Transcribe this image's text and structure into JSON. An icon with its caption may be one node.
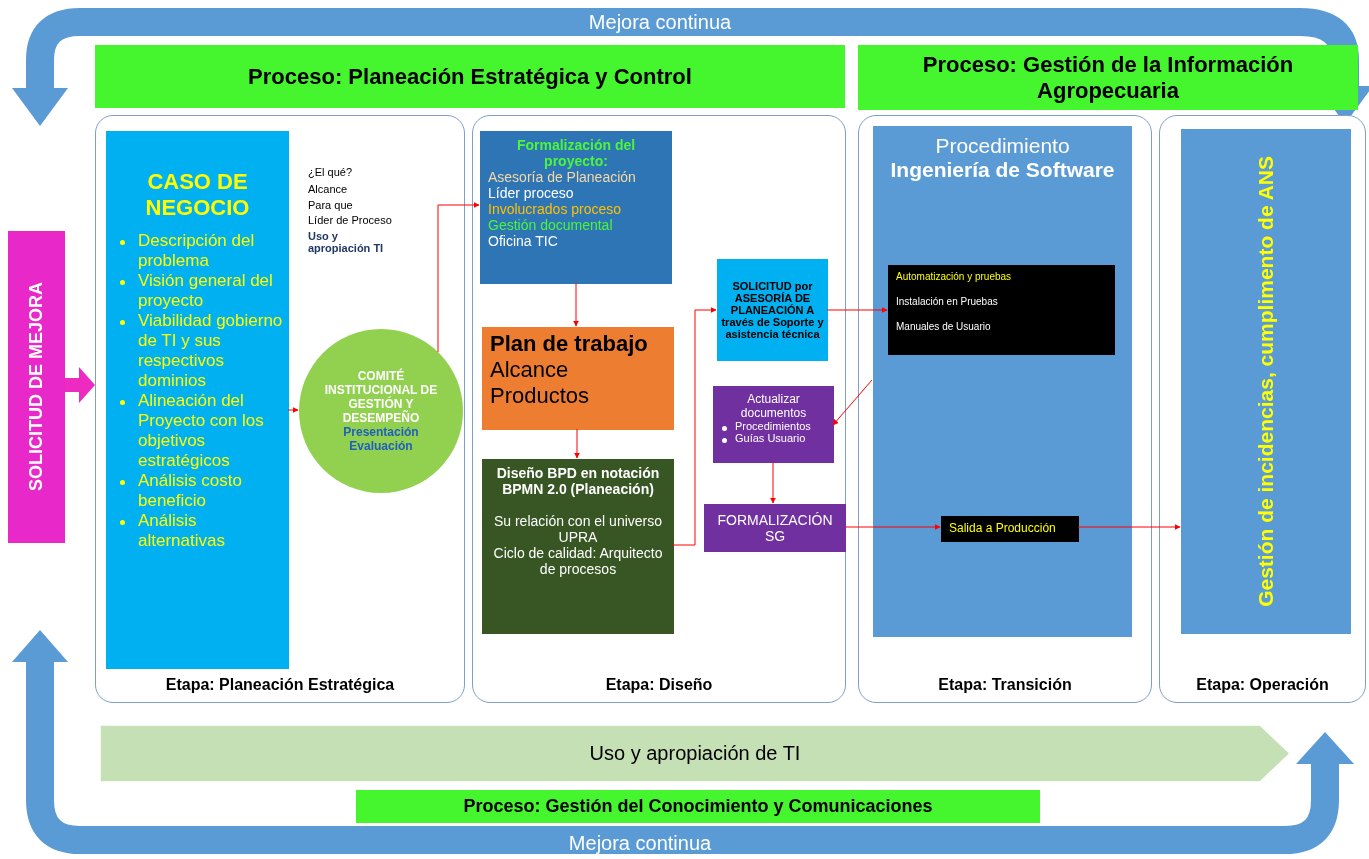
{
  "diagram": {
    "nodes": [
      {
        "text": [
          "Proceso: Planeación Estratégica y Control"
        ]
      },
      {
        "text": [
          "Proceso: Gestión de la Información Agropecuaria"
        ]
      },
      {
        "text": [
          "Etapa: Planeación Estratégica"
        ]
      },
      {
        "text": [
          "CASO DE NEGOCIO",
          "Descripción del problema",
          "Visión general del proyecto",
          "Viabilidad gobierno de TI y sus respectivos dominios",
          "Alineación del Proyecto con los objetivos estratégicos",
          "Análisis costo beneficio",
          "Análisis alternativas"
        ],
        "in": 2
      },
      {
        "text": [
          "COMITÉ INSTITUCIONAL DE GESTIÓN Y DESEMPEÑO",
          "Presentación",
          "Evaluación"
        ],
        "in": 2
      },
      {
        "text": [
          "Etapa: Diseño"
        ]
      },
      {
        "text": [
          "Formalización del proyecto:",
          "Asesoría de Planeación",
          "Líder proceso",
          "Involucrados proceso",
          "Gestión documental",
          "Oficina TIC"
        ],
        "in": 5
      },
      {
        "text": [
          "Plan de trabajo",
          "Alcance",
          "Productos"
        ],
        "in": 5
      },
      {
        "text": [
          "Diseño BPD en notación BPMN 2.0 (Planeación)",
          "Su relación con el universo UPRA",
          "Ciclo de calidad: Arquitecto de procesos"
        ],
        "in": 5
      },
      {
        "text": [
          "SOLICITUD por ASESORÍA DE PLANEACIÓN A través de Soporte y asistencia técnica"
        ],
        "in": 5
      },
      {
        "text": [
          "Actualizar documentos",
          "Procedimientos",
          "Guías Usuario"
        ],
        "in": 5
      },
      {
        "text": [
          "FORMALIZACIÓN SG"
        ],
        "in": 5
      },
      {
        "text": [
          "Etapa: Transición"
        ]
      },
      {
        "text": [
          "Procedimiento",
          "Ingeniería de Software"
        ],
        "in": 12
      },
      {
        "text": [
          "Automatización y pruebas",
          "Instalación en Pruebas",
          "Manuales de Usuario"
        ],
        "in": 13
      },
      {
        "text": [
          "Salida a Producción"
        ],
        "in": 13
      },
      {
        "text": [
          "Etapa: Operación"
        ]
      },
      {
        "text": [
          "Gestión de incidencias, cumplimento de ANS"
        ],
        "in": 16
      },
      {
        "text": [
          "SOLICITUD DE MEJORA"
        ]
      },
      {
        "text": [
          "Uso y apropiación de TI"
        ]
      },
      {
        "text": [
          "Proceso: Gestión del Conocimiento y Comunicaciones"
        ]
      }
    ],
    "edges": [
      {
        "from": 3,
        "to": 4,
        "arrow": "to"
      },
      {
        "from": 4,
        "to": 6,
        "arrow": "to"
      },
      {
        "from": 6,
        "to": 7,
        "arrow": "to"
      },
      {
        "from": 7,
        "to": 8,
        "arrow": "to"
      },
      {
        "from": 8,
        "to": 9,
        "arrow": "to"
      },
      {
        "from": 9,
        "to": 14,
        "arrow": "to"
      },
      {
        "from": 13,
        "to": 10,
        "arrow": "to"
      },
      {
        "from": 10,
        "to": 11,
        "arrow": "to"
      },
      {
        "from": 11,
        "to": 15,
        "arrow": "to"
      },
      {
        "from": 15,
        "to": 17,
        "arrow": "to"
      },
      {
        "from": 18,
        "to": 2,
        "arrow": "to",
        "style": "thick",
        "color": "#ee2bc0"
      }
    ],
    "labels": [
      "Mejora continua",
      "¿El qué?",
      "Alcance",
      "Para que",
      "Líder de Proceso",
      "Uso y apropiación TI",
      "Mejora continua"
    ]
  }
}
